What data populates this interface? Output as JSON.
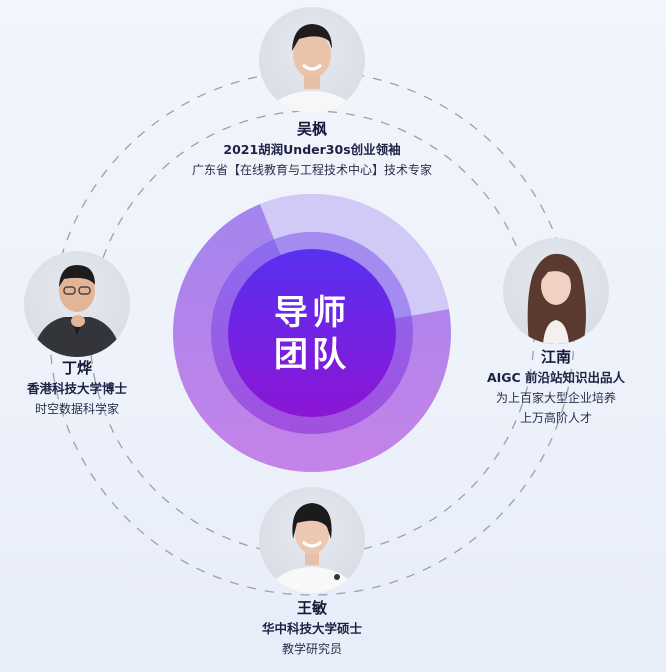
{
  "center": {
    "title_line1": "导师",
    "title_line2": "团队",
    "colors": {
      "outer_ring_light": "#d0c9f6",
      "outer_ring_top": "#a387ee",
      "outer_ring_bottom": "#c482e8",
      "middle_ring": "#9a5ee6",
      "inner_top": "#5a2ff0",
      "inner_bottom": "#8b17d6"
    }
  },
  "mentors": [
    {
      "id": "top",
      "name": "吴枫",
      "lines": [
        "2021胡润Under30s创业领袖",
        "广东省【在线教育与工程技术中心】技术专家"
      ],
      "portrait": "portrait-man-white-shirt"
    },
    {
      "id": "left",
      "name": "丁烨",
      "lines": [
        "香港科技大学博士",
        "时空数据科学家"
      ],
      "portrait": "portrait-man-glasses-dark-jacket"
    },
    {
      "id": "right",
      "name": "江南",
      "lines": [
        "AIGC 前沿站知识出品人",
        "为上百家大型企业培养",
        "上万高阶人才"
      ],
      "portrait": "portrait-woman-long-hair"
    },
    {
      "id": "bottom",
      "name": "王敏",
      "lines": [
        "华中科技大学硕士",
        "教学研究员"
      ],
      "portrait": "portrait-woman-short-hair-glasses"
    }
  ]
}
